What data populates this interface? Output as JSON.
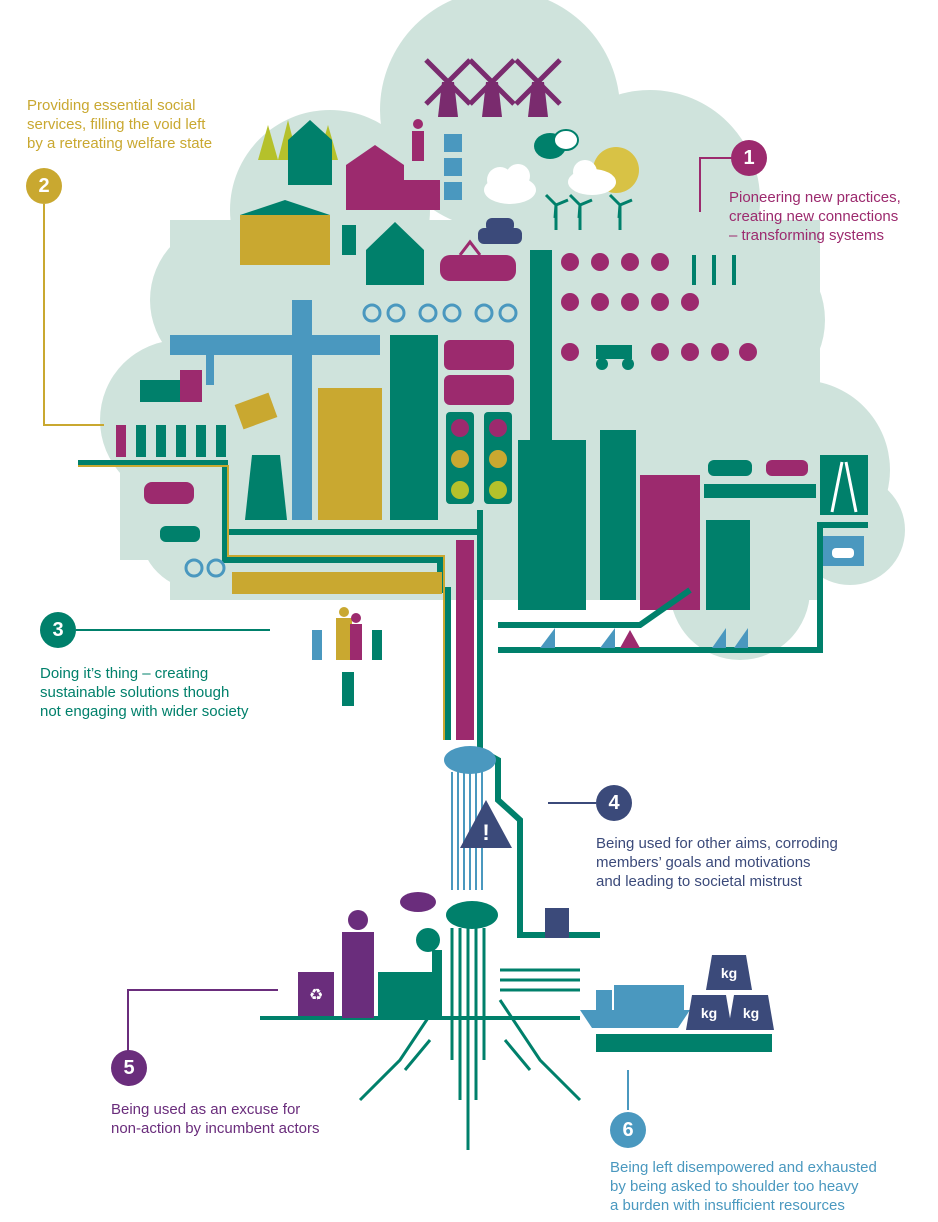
{
  "colors": {
    "cloud": "#cfe3dc",
    "teal": "#00806b",
    "purple": "#9c2a6e",
    "mustard": "#c9a830",
    "navy": "#3b4a7a",
    "sky": "#4a98bf",
    "deep_purple": "#6a2d7c",
    "yellow_green": "#b5c12b"
  },
  "callouts": [
    {
      "number": "1",
      "color": "#9c2a6e",
      "lines": [
        "Pioneering new practices,",
        "creating new connections",
        "– transforming systems"
      ]
    },
    {
      "number": "2",
      "color": "#c9a830",
      "lines": [
        "Providing essential social",
        "services, filling the void left",
        "by a retreating welfare state"
      ]
    },
    {
      "number": "3",
      "color": "#00806b",
      "lines": [
        "Doing it’s thing – creating",
        "sustainable solutions though",
        "not engaging with wider society"
      ]
    },
    {
      "number": "4",
      "color": "#3b4a7a",
      "lines": [
        "Being used for other aims, corroding",
        "members’ goals and motivations",
        "and leading to societal mistrust"
      ]
    },
    {
      "number": "5",
      "color": "#6a2d7c",
      "lines": [
        "Being used as an excuse for",
        "non-action by incumbent actors"
      ]
    },
    {
      "number": "6",
      "color": "#4a98bf",
      "lines": [
        "Being left disempowered and exhausted",
        "by being asked to shoulder too heavy",
        "a burden with insufficient resources"
      ]
    }
  ],
  "icons": {
    "warning": "!",
    "weights": [
      "kg",
      "kg",
      "kg"
    ]
  }
}
